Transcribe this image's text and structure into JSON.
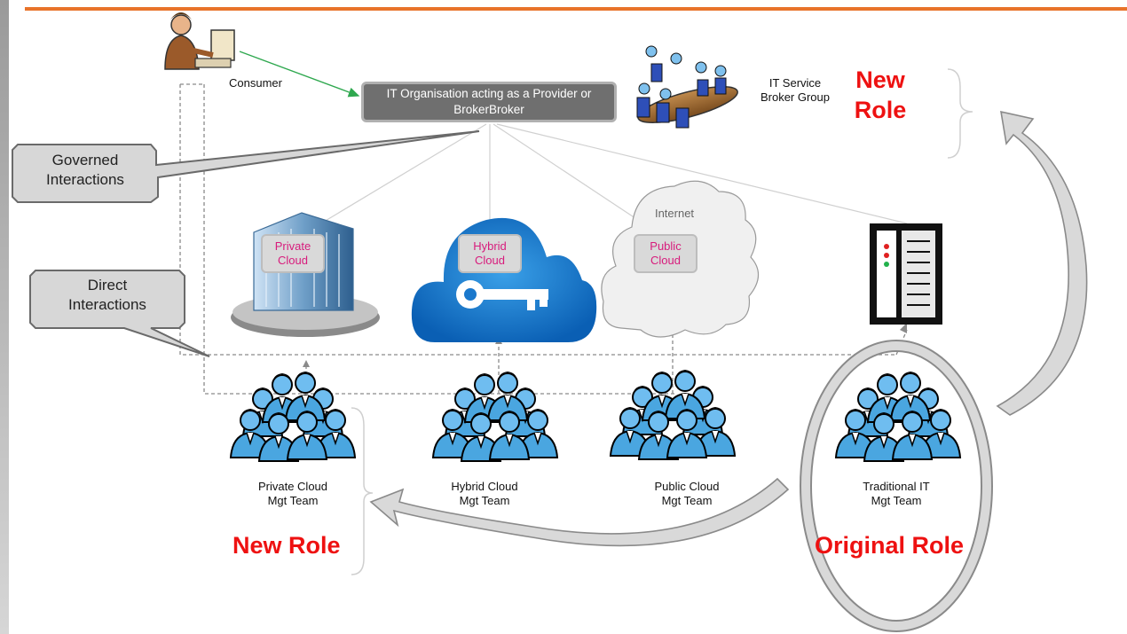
{
  "consumer_label": "Consumer",
  "provider_box": {
    "line1": "IT Organisation acting as a Provider or",
    "line2": "BrokerBroker"
  },
  "broker_group": {
    "line1": "IT Service",
    "line2": "Broker Group"
  },
  "new_role_top": {
    "line1": "New",
    "line2": "Role"
  },
  "callouts": {
    "governed": {
      "line1": "Governed",
      "line2": "Interactions"
    },
    "direct": {
      "line1": "Direct",
      "line2": "Interactions"
    }
  },
  "internet_label": "Internet",
  "clouds": [
    {
      "line1": "Private",
      "line2": "Cloud"
    },
    {
      "line1": "Hybrid",
      "line2": "Cloud"
    },
    {
      "line1": "Public",
      "line2": "Cloud"
    }
  ],
  "teams": [
    {
      "line1": "Private Cloud",
      "line2": "Mgt Team"
    },
    {
      "line1": "Hybrid Cloud",
      "line2": "Mgt Team"
    },
    {
      "line1": "Public Cloud",
      "line2": "Mgt Team"
    },
    {
      "line1": "Traditional IT",
      "line2": "Mgt Team"
    }
  ],
  "new_role_bottom": "New Role",
  "original_role": "Original Role",
  "colors": {
    "accent_rule": "#e8732a",
    "role_red": "#ee1111",
    "cloud_label": "#d81b7c",
    "provider_box": "#6f6f6f",
    "people": "#5ab3e8"
  },
  "icons": [
    "consumer-person-icon",
    "meeting-table-icon",
    "building-icon",
    "cloud-key-icon",
    "internet-cloud-icon",
    "server-rack-icon",
    "team-people-icon"
  ]
}
